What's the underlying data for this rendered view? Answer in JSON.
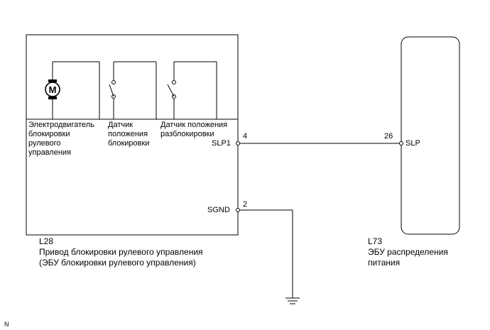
{
  "left_unit": {
    "code": "L28",
    "name_line1": "Привод блокировки рулевого управления",
    "name_line2": "(ЭБУ блокировки рулевого управления)",
    "parts": [
      {
        "lines": [
          "Электродвигатель",
          "блокировки",
          "рулевого",
          "управления"
        ],
        "symbol": "M"
      },
      {
        "lines": [
          "Датчик",
          "положения",
          "блокировки"
        ]
      },
      {
        "lines": [
          "Датчик положения",
          "разблокировки"
        ]
      }
    ],
    "terminals": [
      {
        "pin": "4",
        "name": "SLP1"
      },
      {
        "pin": "2",
        "name": "SGND"
      }
    ]
  },
  "right_unit": {
    "code": "L73",
    "name_line1": "ЭБУ распределения",
    "name_line2": "питания",
    "terminal": {
      "pin": "26",
      "name": "SLP"
    }
  },
  "corner_mark": "N"
}
